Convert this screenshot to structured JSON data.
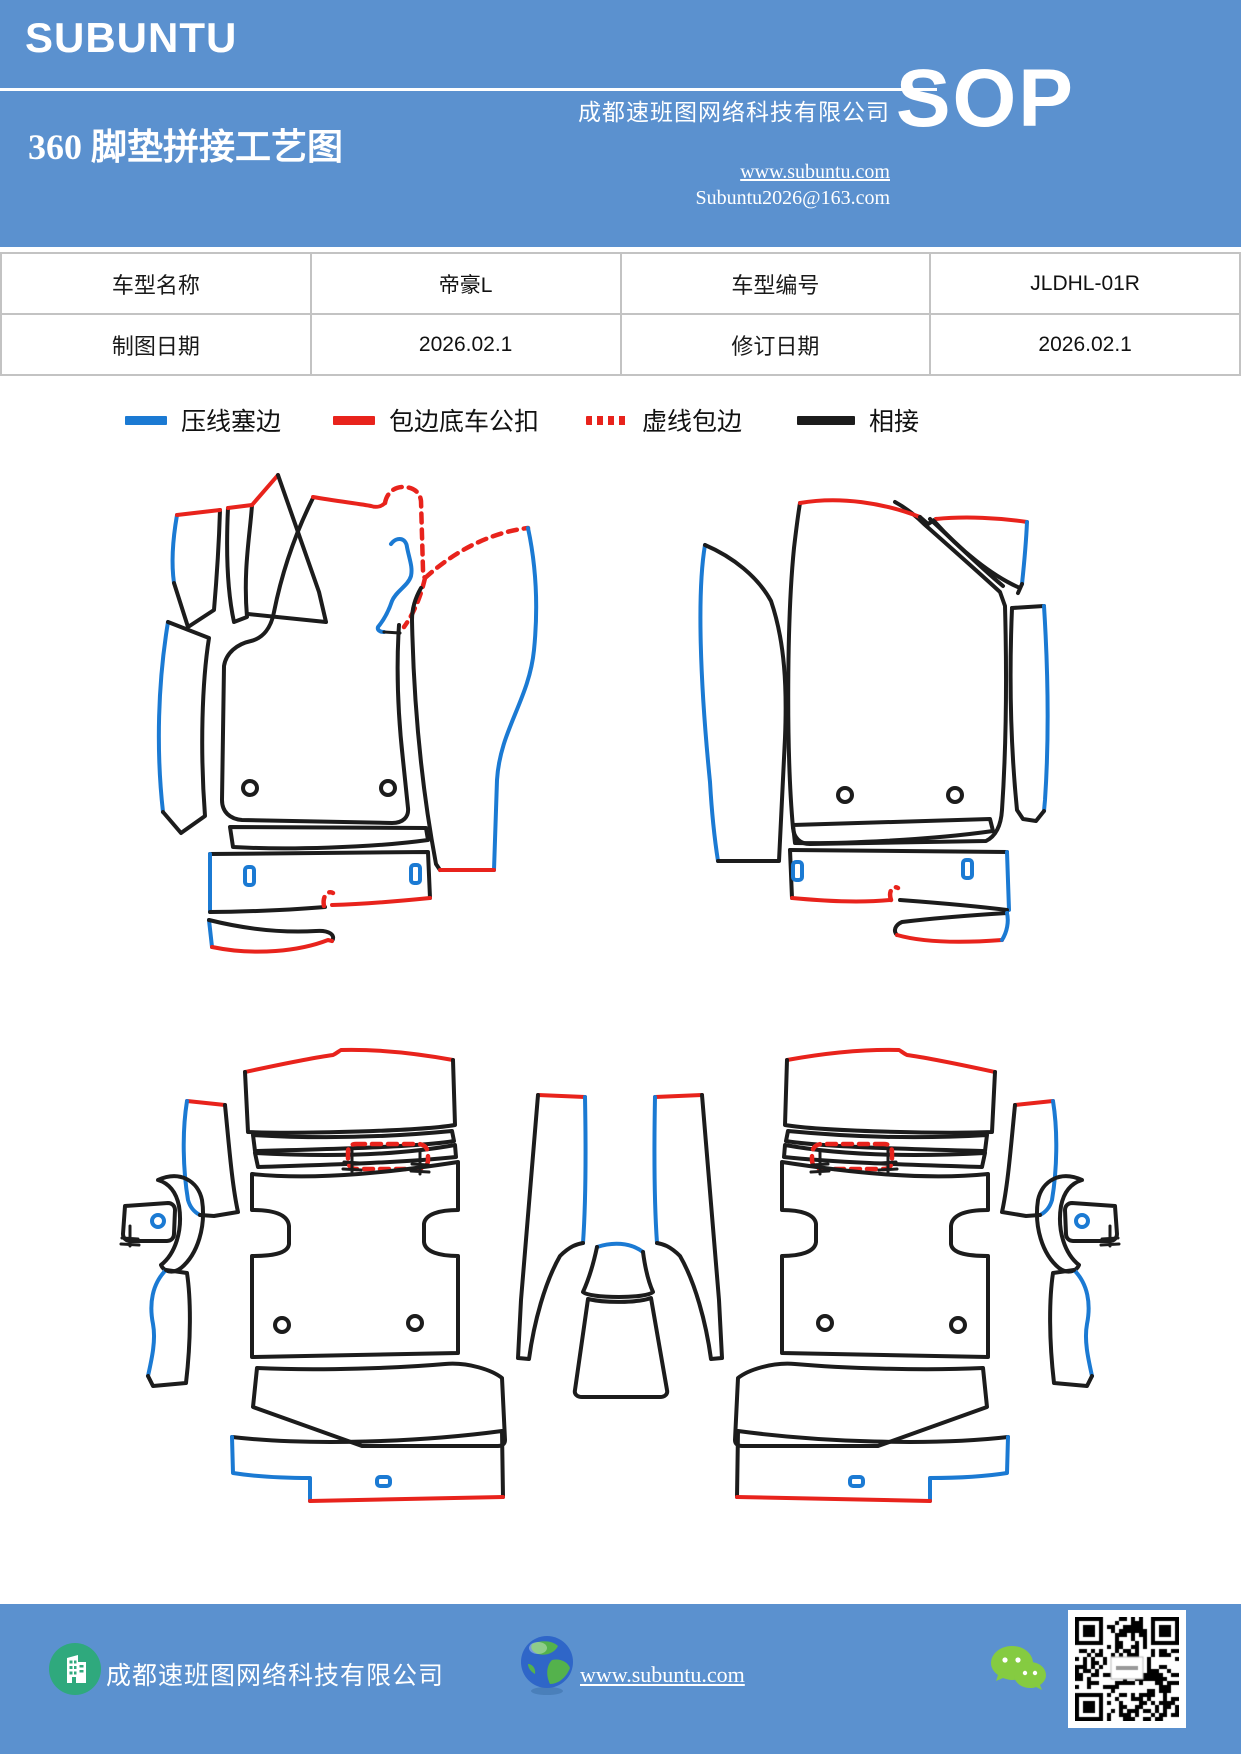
{
  "header": {
    "logo": "SUBUNTU",
    "badge": "SOP",
    "company": "成都速班图网络科技有限公司",
    "title": "360 脚垫拼接工艺图",
    "website": "www.subuntu.com",
    "email": "Subuntu2026@163.com",
    "bg_color": "#5b91cf"
  },
  "info_table": {
    "rows": [
      [
        "车型名称",
        "帝豪L",
        "车型编号",
        "JLDHL-01R"
      ],
      [
        "制图日期",
        "2026.02.1",
        "修订日期",
        "2026.02.1"
      ]
    ]
  },
  "legend": {
    "items": [
      {
        "label": "压线塞边",
        "color": "#1b7ad3",
        "style": "solid"
      },
      {
        "label": "包边底车公扣",
        "color": "#e8231c",
        "style": "solid"
      },
      {
        "label": "虚线包边",
        "color": "#e8231c",
        "style": "dashed"
      },
      {
        "label": "相接",
        "color": "#1c1c1c",
        "style": "solid"
      }
    ]
  },
  "diagram": {
    "description": "front and rear 360 floor-mat cutting pieces",
    "line_colors": {
      "press_edge_blue": "#1b7ad3",
      "bind_edge_red": "#e8231c",
      "dashed_bind_red": "#e8231c",
      "join_black": "#1c1c1c"
    }
  },
  "footer": {
    "company": "成都速班图网络科技有限公司",
    "website": "www.subuntu.com",
    "bg_color": "#5b91cf",
    "icons": [
      "building-icon",
      "globe-icon",
      "wechat-icon",
      "qr-code"
    ]
  }
}
